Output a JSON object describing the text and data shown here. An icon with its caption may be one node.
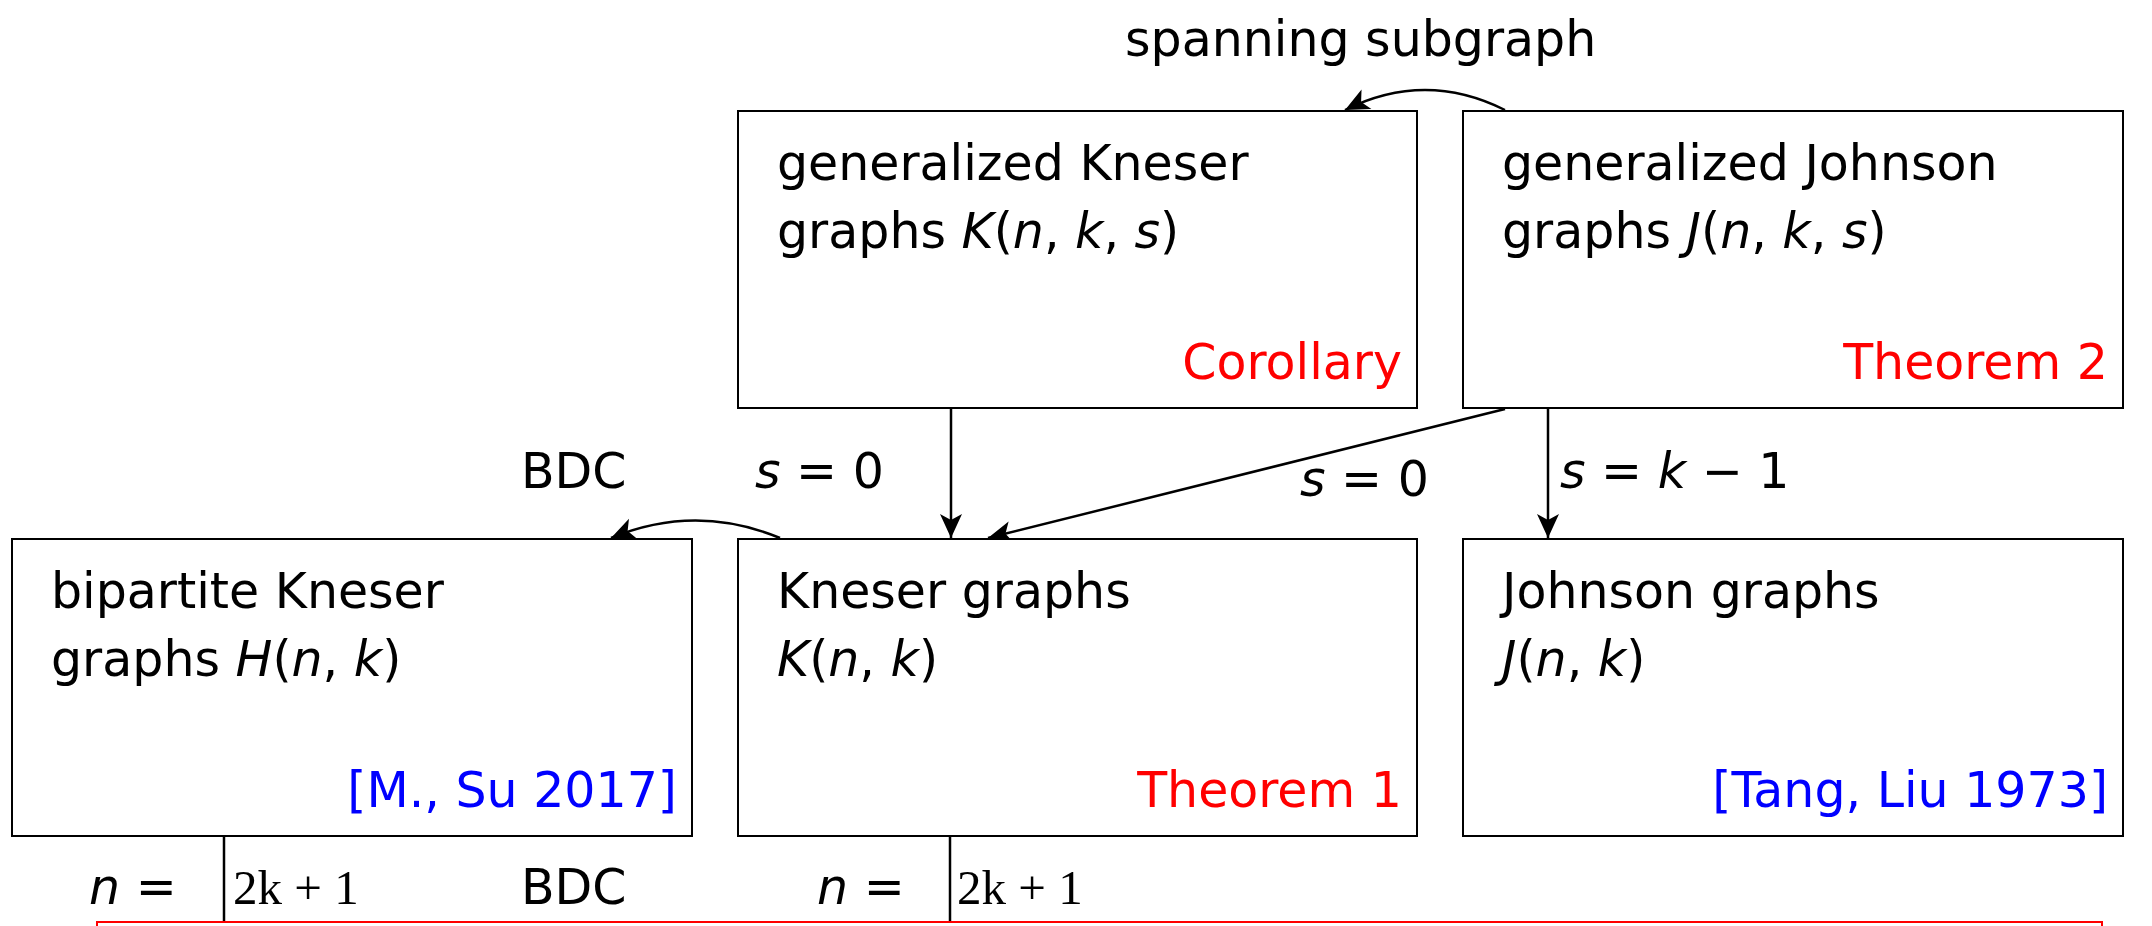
{
  "diagram": {
    "nodes": [
      {
        "text": [
          "generalized Kneser graphs *K*(*n*, *k*, *s*)",
          "Corollary"
        ]
      },
      {
        "text": [
          "generalized Johnson graphs *J*(*n*, *k*, *s*)",
          "Theorem 2"
        ]
      },
      {
        "text": [
          "bipartite Kneser graphs *H*(*n*, *k*)",
          "[M., Su 2017]"
        ]
      },
      {
        "text": [
          "Kneser graphs *K*(*n*, *k*)",
          "Theorem 1"
        ]
      },
      {
        "text": [
          "Johnson graphs *J*(*n*, *k*)",
          "[Tang, Liu 1973]"
        ]
      },
      {
        "text": [],
        "shape": "box"
      }
    ],
    "edges": [
      {
        "from": 1,
        "to": 0,
        "arrow": "to",
        "label": "spanning subgraph"
      },
      {
        "from": 0,
        "to": 3,
        "arrow": "to",
        "label": "*s* = 0"
      },
      {
        "from": 1,
        "to": 3,
        "arrow": "to",
        "label": "*s* = 0"
      },
      {
        "from": 1,
        "to": 4,
        "arrow": "to",
        "label": "*s* = *k* − 1"
      },
      {
        "from": 3,
        "to": 2,
        "arrow": "to",
        "label": "BDC"
      },
      {
        "from": 2,
        "to": 5,
        "arrow": "none"
      },
      {
        "from": 3,
        "to": 5,
        "arrow": "none"
      }
    ],
    "labels": [
      "*n* =",
      "2k + 1",
      "BDC",
      "*n* =",
      "2k + 1"
    ]
  }
}
